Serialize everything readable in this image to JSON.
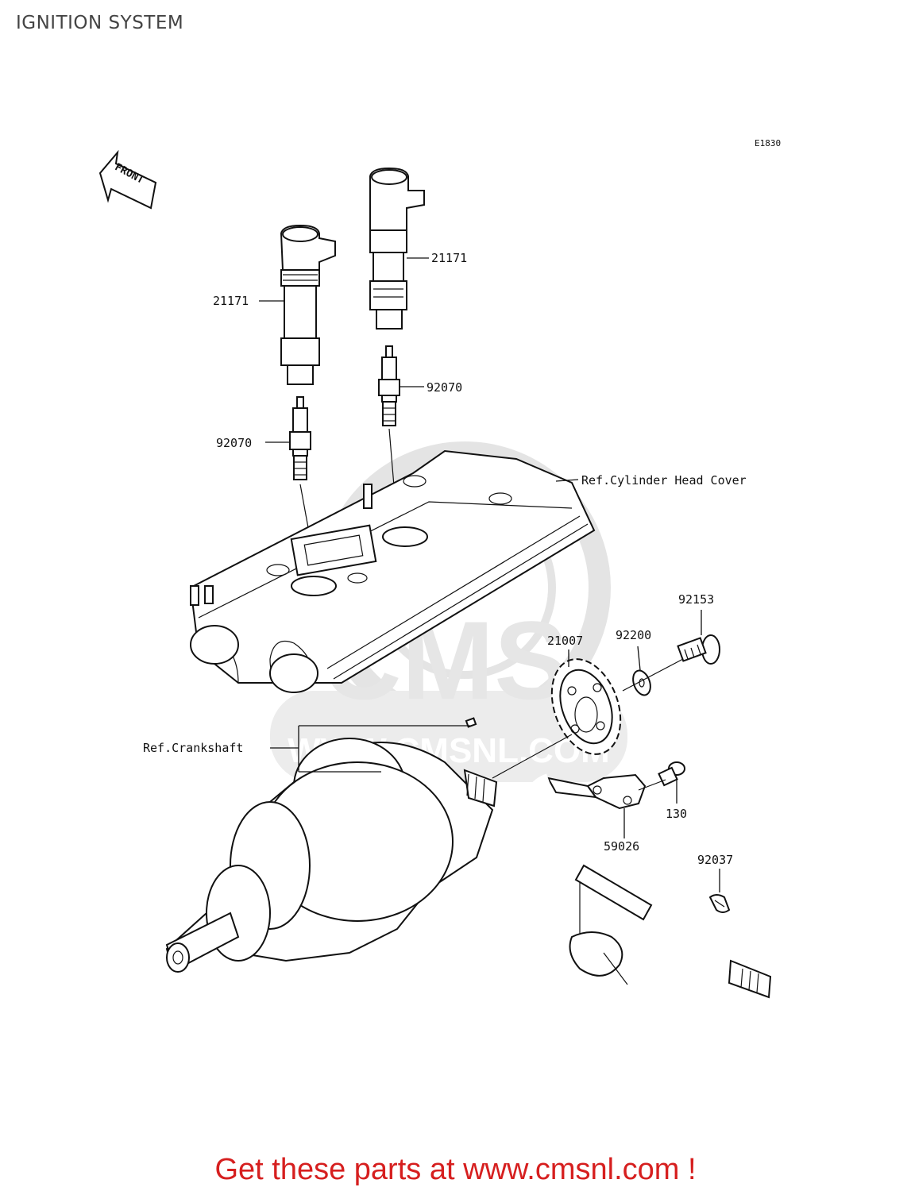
{
  "title": "IGNITION SYSTEM",
  "diagram_code": "E1830",
  "front_label": "FRONT",
  "labels": {
    "ignition_coil_right": "21171",
    "ignition_coil_left": "21171",
    "spark_plug_right": "92070",
    "spark_plug_left": "92070",
    "cylinder_head_cover": "Ref.Cylinder Head Cover",
    "bolt": "92153",
    "washer": "92200",
    "timing_rotor": "21007",
    "crankshaft": "Ref.Crankshaft",
    "screw": "130",
    "crankshaft_sensor": "59026",
    "clamp": "92037"
  },
  "watermark": {
    "brand": "CMS",
    "url": "WWW.CMSNL.COM"
  },
  "footer": {
    "link_text": "Get these parts at www.cmsnl.com !",
    "link_color": "#d61f1f"
  }
}
